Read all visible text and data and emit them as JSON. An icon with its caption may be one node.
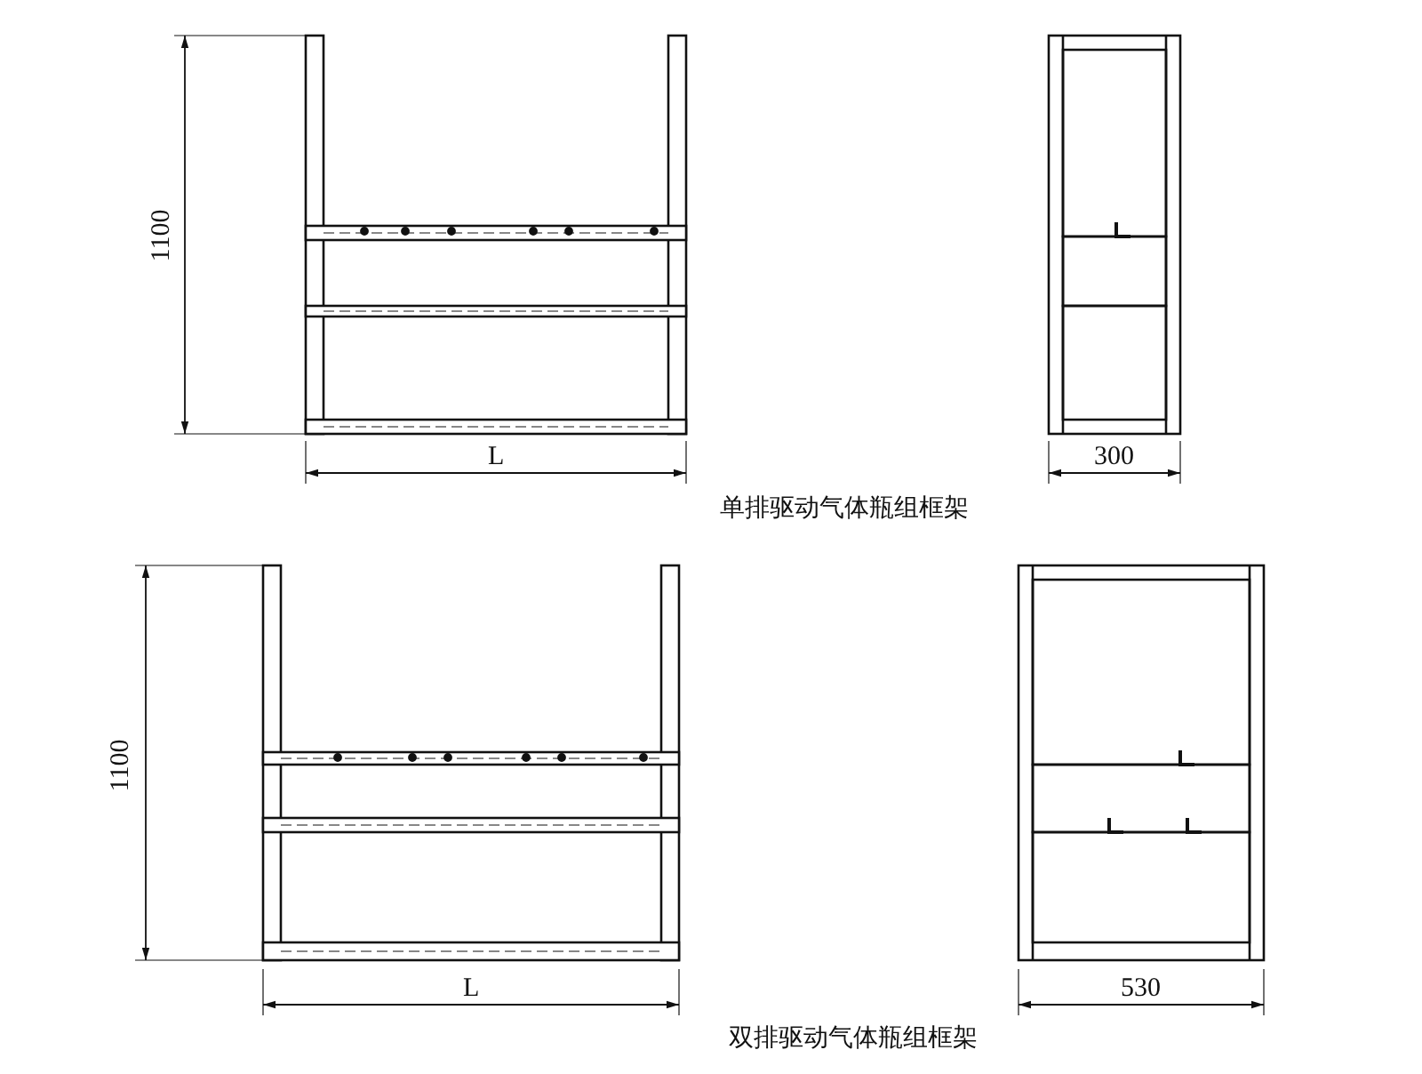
{
  "diagram": {
    "labels": [
      "1100",
      "L",
      "300",
      "单排驱动气体瓶组框架",
      "1100",
      "L",
      "530",
      "双排驱动气体瓶组框架"
    ]
  }
}
